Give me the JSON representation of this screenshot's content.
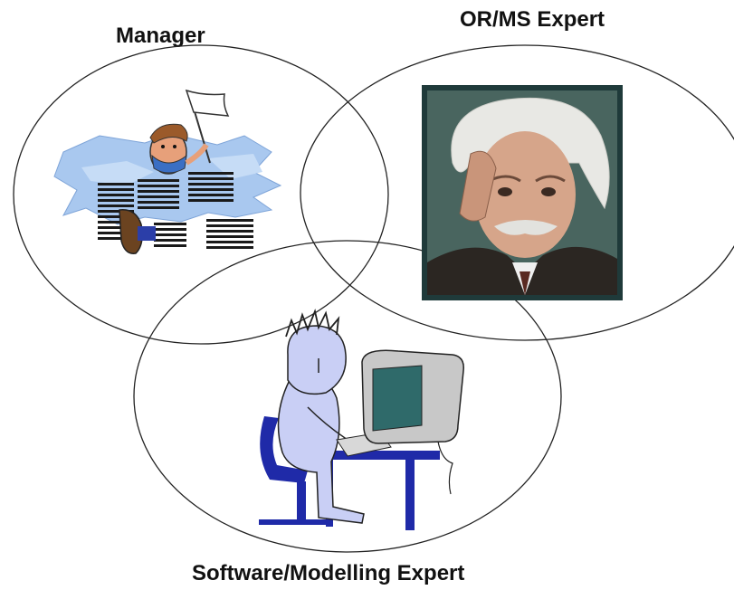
{
  "labels": {
    "manager": "Manager",
    "orms_expert": "OR/MS Expert",
    "software_expert": "Software/Modelling Expert"
  },
  "icons": {
    "manager_illustration": "manager-with-papers-icon",
    "expert_portrait": "expert-portrait-icon",
    "software_illustration": "person-at-computer-icon"
  },
  "colors": {
    "outline": "#222222",
    "paper_blue": "#a9c8ef",
    "figure_blue": "#c9cff5",
    "chair_blue": "#1f2aa8",
    "screen_teal": "#2f6a6a",
    "monitor_grey": "#c8c8c8",
    "frame_dark": "#1f3a3a"
  }
}
